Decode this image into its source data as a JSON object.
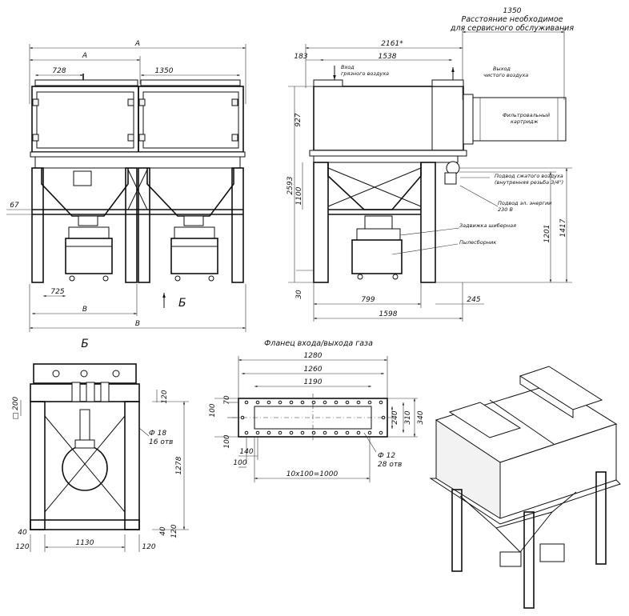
{
  "front_view": {
    "dims": {
      "A_outer": "A",
      "A_inner": "А",
      "d728": "728",
      "d1350": "1350",
      "d67": "67",
      "d725": "725",
      "B_inner": "В",
      "B_outer": "В"
    },
    "view_arrow_label": "Б"
  },
  "side_view": {
    "service_dim": "1350",
    "service_note_line1": "Расстояние необходимое",
    "service_note_line2": "для сервисного обслуживания",
    "dims": {
      "d2161": "2161*",
      "d183": "183",
      "d1538": "1538",
      "d927": "927",
      "d2593": "2593",
      "d1100": "1100",
      "d30": "30",
      "d799": "799",
      "d1598": "1598",
      "d245": "245",
      "d1201": "1201",
      "d1417": "1417"
    },
    "labels": {
      "dirty_air_in_1": "Вход",
      "dirty_air_in_2": "грязного воздуха",
      "clean_air_out_1": "Выход",
      "clean_air_out_2": "чистого воздуха",
      "filter_cart_1": "Фильтровальный",
      "filter_cart_2": "картридж",
      "compressed_air_1": "Подвод сжатого воздуха",
      "compressed_air_2": "(внутренняя резьба 3/4\")",
      "power_1": "Подвод эл. энергии",
      "power_2": "230 В",
      "gate_valve": "Задвижка шиберная",
      "dust_bin": "Пылесборник"
    }
  },
  "view_b": {
    "title": "Б",
    "dims": {
      "sq200": "□ 200",
      "d120_top": "120",
      "hole_d": "Ф 18",
      "hole_n": "16 отв",
      "d1278": "1278",
      "d40_l": "40",
      "d120_l": "120",
      "d1130": "1130",
      "d120_r": "120",
      "d40_r": "40",
      "d120_rb": "120"
    }
  },
  "flange_view": {
    "title": "Фланец входа/выхода газа",
    "dims": {
      "d1280": "1280",
      "d1260": "1260",
      "d1190": "1190",
      "d70": "70",
      "d100_a": "100",
      "d100_b": "100",
      "d140": "140",
      "d100_c": "100",
      "d240": "240",
      "d310": "310",
      "d340": "340",
      "hole_d": "Ф 12",
      "hole_n": "28 отв",
      "pitch": "10х100=1000"
    }
  }
}
